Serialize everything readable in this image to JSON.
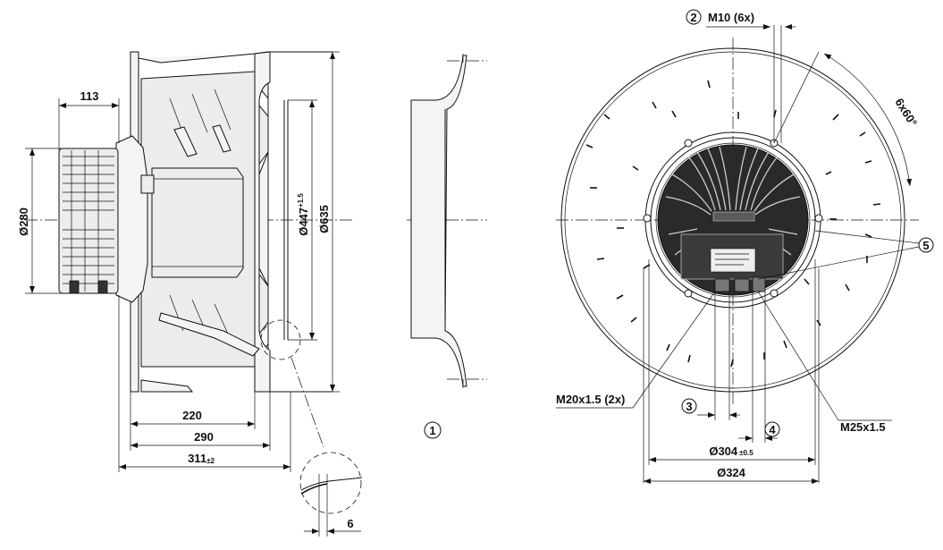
{
  "side_view": {
    "dim_113": "113",
    "dim_280": "Ø280",
    "dim_447": "Ø447",
    "dim_447_tol": "+1.5",
    "dim_635": "Ø635",
    "dim_220": "220",
    "dim_290": "290",
    "dim_311": "311",
    "dim_311_tol": "±2",
    "dim_6": "6"
  },
  "inlet_view": {
    "callout_1": "1"
  },
  "front_view": {
    "callout_2": "2",
    "label_m10": "M10 (6x)",
    "angle_label": "6x60°",
    "callout_5": "5",
    "label_m20": "M20x1.5 (2x)",
    "callout_3": "3",
    "callout_4": "4",
    "label_m25": "M25x1.5",
    "dim_304": "Ø304",
    "dim_304_tol": "±0.5",
    "dim_324": "Ø324"
  }
}
